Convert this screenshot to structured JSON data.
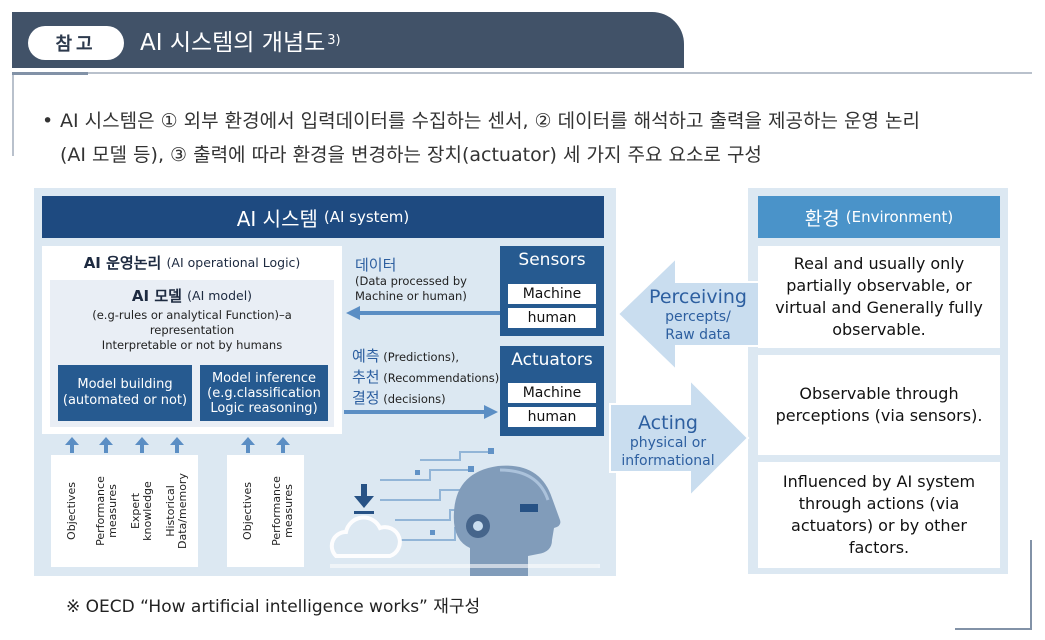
{
  "header": {
    "badge": "참고",
    "title": "AI 시스템의 개념도",
    "title_sup": "3)"
  },
  "intro": {
    "bullet": "•",
    "line1": "AI 시스템은  ① 외부 환경에서 입력데이터를 수집하는 센서, ② 데이터를 해석하고 출력을 제공하는 운영 논리",
    "line2": "(AI 모델 등), ③ 출력에 따라 환경을 변경하는 장치(actuator) 세 가지 주요 요소로 구성"
  },
  "system": {
    "title": "AI 시스템",
    "title_en": "(AI system)",
    "logic": {
      "title": "AI 운영논리",
      "title_en": "(AI operational Logic)"
    },
    "model": {
      "title": "AI 모델",
      "title_en": "(AI model)",
      "desc1": "(e.g-rules or analytical Function)–a representation",
      "desc2": "Interpretable or not by humans"
    },
    "model_building": {
      "line1": "Model building",
      "line2": "(automated or not)"
    },
    "model_inference": {
      "line1": "Model inference",
      "line2": "(e.g.classification",
      "line3": "Logic reasoning)"
    },
    "inputs": [
      {
        "text": "Objectives"
      },
      {
        "text": "Performance\nmeasures"
      },
      {
        "text": "Expert\nknowledge"
      },
      {
        "text": "Historical\nData/memory"
      },
      {
        "text": "Objectives"
      },
      {
        "text": "Performance\nmeasures"
      }
    ],
    "sensors": {
      "title": "Sensors",
      "items": [
        "Machine",
        "human"
      ]
    },
    "actuators": {
      "title": "Actuators",
      "items": [
        "Machine",
        "human"
      ]
    },
    "data": {
      "label": "데이터",
      "desc1": "(Data processed by",
      "desc2": "Machine or human)"
    },
    "outputs": [
      {
        "ko": "예측",
        "en": "(Predictions),"
      },
      {
        "ko": "추천",
        "en": "(Recommendations),"
      },
      {
        "ko": "결정",
        "en": "(decisions)"
      }
    ]
  },
  "environment": {
    "title": "환경",
    "title_en": "(Environment)",
    "boxes": [
      {
        "text": "Real and usually only partially observable, or virtual and Generally fully observable."
      },
      {
        "text": "Observable through perceptions (via sensors)."
      },
      {
        "text": "Influenced by AI system through actions (via actuators) or by other factors."
      }
    ]
  },
  "flows": {
    "perceiving": {
      "title": "Perceiving",
      "sub1": "percepts/",
      "sub2": "Raw data"
    },
    "acting": {
      "title": "Acting",
      "sub1": "physical or",
      "sub2": "informational"
    }
  },
  "source_note": "※ OECD “How artificial intelligence works” 재구성",
  "colors": {
    "header_bg": "#415268",
    "system_navy": "#1e4a80",
    "box_blue": "#265a90",
    "env_blue": "#4a93c9",
    "panel_bg": "#dce8f2",
    "arrow_blue": "#5b8ec4"
  }
}
